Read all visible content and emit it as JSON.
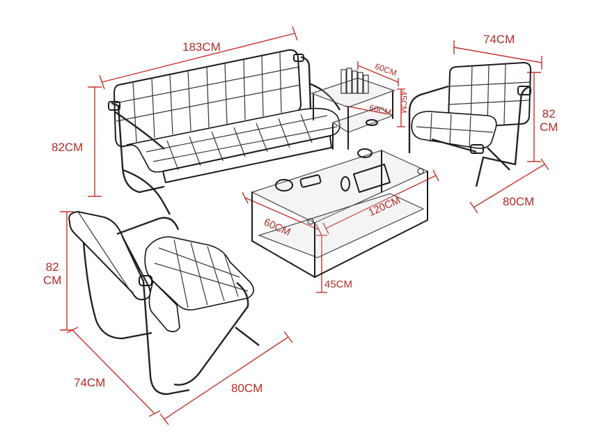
{
  "dimensions": {
    "sofa_width": "183CM",
    "sofa_height": "82CM",
    "chair_right_width": "74CM",
    "chair_right_height_line1": "82",
    "chair_right_height_line2": "CM",
    "chair_right_depth": "80CM",
    "side_table_depth": "60CM",
    "side_table_height": "45CM",
    "side_table_width": "60CM",
    "coffee_table_length": "120CM",
    "coffee_table_width": "60CM",
    "coffee_table_height": "45CM",
    "chair_front_height_line1": "82",
    "chair_front_height_line2": "CM",
    "chair_front_width": "74CM",
    "chair_front_depth": "80CM"
  },
  "colors": {
    "dimension": "#c4302b",
    "line_art": "#1a1a1a",
    "background": "#ffffff"
  }
}
